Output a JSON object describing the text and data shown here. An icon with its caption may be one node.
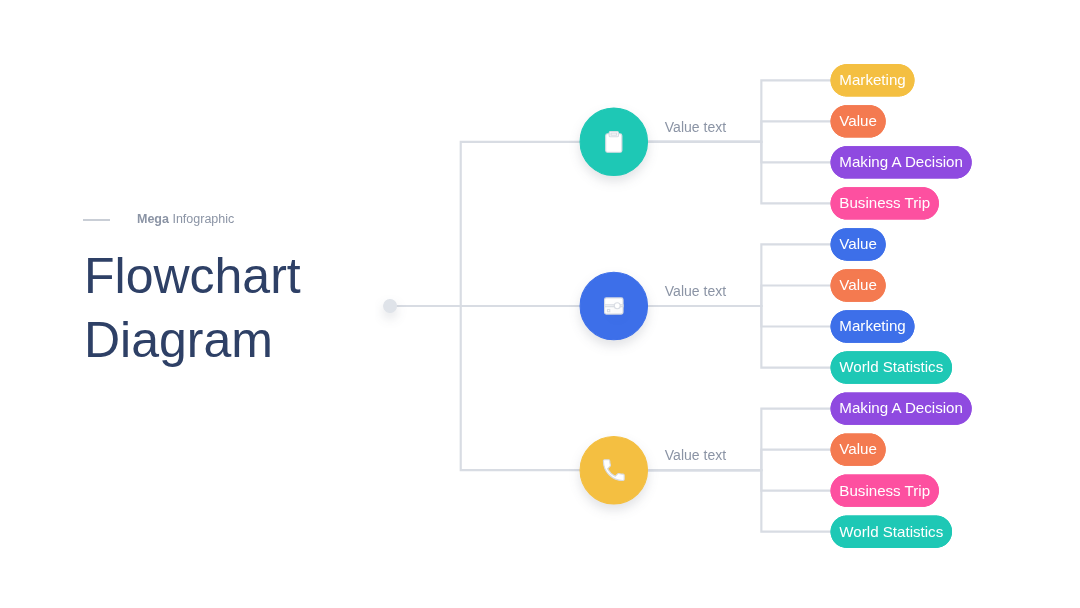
{
  "diagram": {
    "title": "Flowchart Diagram",
    "nodes": [
      {
        "text": [],
        "shape": "circle"
      },
      {
        "text": [],
        "shape": "circle",
        "beside": [
          "Value text"
        ]
      },
      {
        "text": [],
        "shape": "circle",
        "beside": [
          "Value text"
        ]
      },
      {
        "text": [],
        "shape": "circle",
        "beside": [
          "Value text"
        ]
      },
      {
        "text": [
          "Marketing"
        ]
      },
      {
        "text": [
          "Value"
        ]
      },
      {
        "text": [
          "Making A Decision"
        ]
      },
      {
        "text": [
          "Business Trip"
        ]
      },
      {
        "text": [
          "Value"
        ]
      },
      {
        "text": [
          "Value"
        ]
      },
      {
        "text": [
          "Marketing"
        ]
      },
      {
        "text": [
          "World Statistics"
        ]
      },
      {
        "text": [
          "Making A Decision"
        ]
      },
      {
        "text": [
          "Value"
        ]
      },
      {
        "text": [
          "Business Trip"
        ]
      },
      {
        "text": [
          "World Statistics"
        ]
      }
    ],
    "edges": [
      {
        "from": 0,
        "to": 1,
        "arrow": "none"
      },
      {
        "from": 0,
        "to": 2,
        "arrow": "none"
      },
      {
        "from": 0,
        "to": 3,
        "arrow": "none"
      },
      {
        "from": 1,
        "to": 4,
        "arrow": "none"
      },
      {
        "from": 1,
        "to": 5,
        "arrow": "none"
      },
      {
        "from": 1,
        "to": 6,
        "arrow": "none"
      },
      {
        "from": 1,
        "to": 7,
        "arrow": "none"
      },
      {
        "from": 2,
        "to": 8,
        "arrow": "none"
      },
      {
        "from": 2,
        "to": 9,
        "arrow": "none"
      },
      {
        "from": 2,
        "to": 10,
        "arrow": "none"
      },
      {
        "from": 2,
        "to": 11,
        "arrow": "none"
      },
      {
        "from": 3,
        "to": 12,
        "arrow": "none"
      },
      {
        "from": 3,
        "to": 13,
        "arrow": "none"
      },
      {
        "from": 3,
        "to": 14,
        "arrow": "none"
      },
      {
        "from": 3,
        "to": 15,
        "arrow": "none"
      }
    ],
    "labels": [
      "**Mega** Infographic"
    ]
  }
}
